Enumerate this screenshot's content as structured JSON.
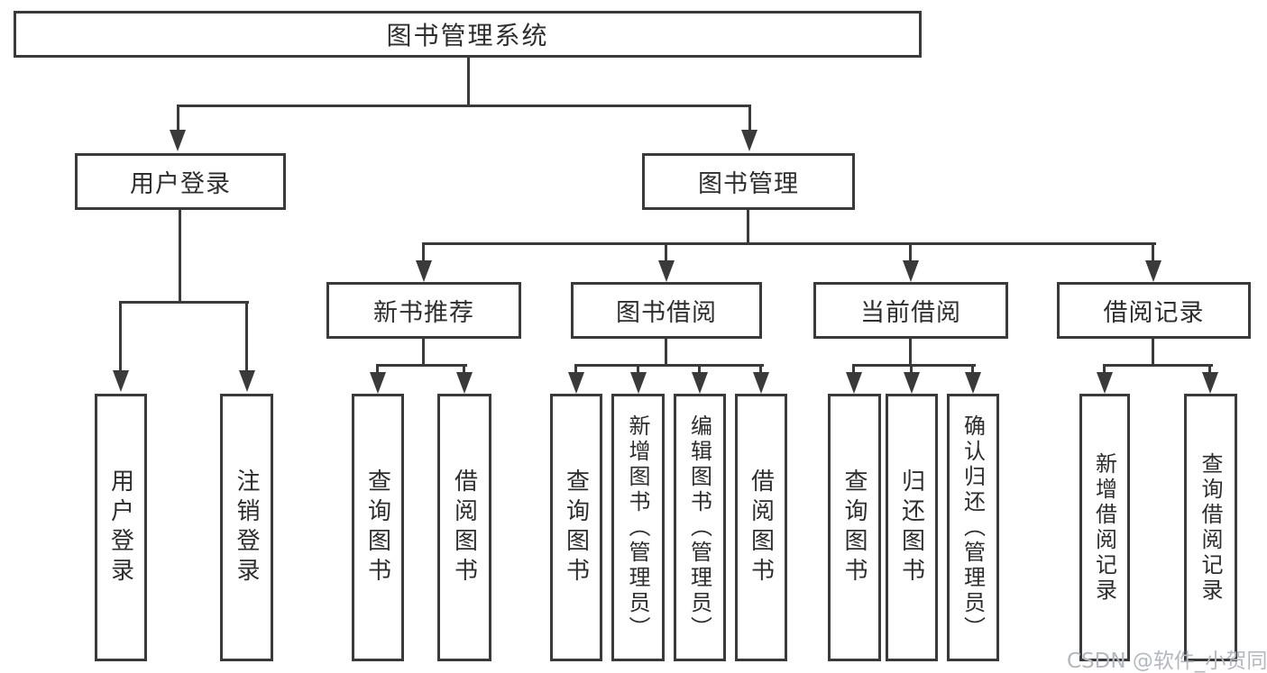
{
  "colors": {
    "line": "#3a3a3a",
    "text": "#2d2d2d",
    "background": "#ffffff",
    "watermark": "#b2b8c2"
  },
  "watermark": {
    "text": "CSDN @软件_小贺同学"
  },
  "tree": {
    "label": "图书管理系统",
    "children": [
      {
        "label": "用户登录",
        "children": [
          {
            "label": "用户登录"
          },
          {
            "label": "注销登录"
          }
        ]
      },
      {
        "label": "图书管理",
        "children": [
          {
            "label": "新书推荐",
            "children": [
              {
                "label": "查询图书"
              },
              {
                "label": "借阅图书"
              }
            ]
          },
          {
            "label": "图书借阅",
            "children": [
              {
                "label": "查询图书"
              },
              {
                "label": "新增图书（管理员）"
              },
              {
                "label": "编辑图书（管理员）"
              },
              {
                "label": "借阅图书"
              }
            ]
          },
          {
            "label": "当前借阅",
            "children": [
              {
                "label": "查询图书"
              },
              {
                "label": "归还图书"
              },
              {
                "label": "确认归还（管理员）"
              }
            ]
          },
          {
            "label": "借阅记录",
            "children": [
              {
                "label": "新增借阅记录"
              },
              {
                "label": "查询借阅记录"
              }
            ]
          }
        ]
      }
    ]
  }
}
